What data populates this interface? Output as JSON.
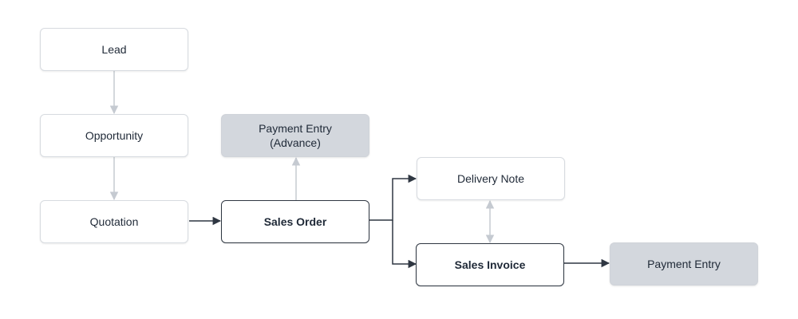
{
  "nodes": {
    "lead": "Lead",
    "opportunity": "Opportunity",
    "quotation": "Quotation",
    "sales_order": "Sales Order",
    "payment_entry_advance": "Payment Entry\n(Advance)",
    "delivery_note": "Delivery Note",
    "sales_invoice": "Sales Invoice",
    "payment_entry": "Payment Entry"
  },
  "colors": {
    "dark_connector": "#2f3742",
    "light_connector": "#c5cad1",
    "shaded_fill": "#d3d7dd",
    "border": "#d7dbe0"
  }
}
